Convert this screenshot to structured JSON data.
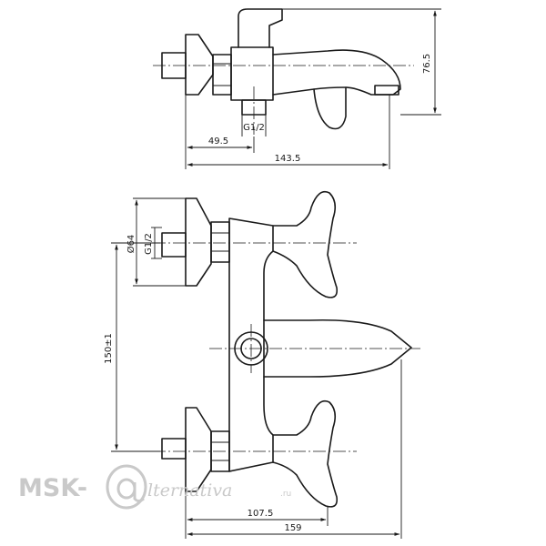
{
  "dimensions": {
    "height_top": "76.5",
    "offset_inlet": "49.5",
    "length_top": "143.5",
    "thread_top": "G1/2",
    "flange_diameter": "Ø64",
    "thread_side": "G1/2",
    "center_distance": "150±1",
    "length_spout": "107.5",
    "length_total": "159"
  },
  "watermark": {
    "brand_left": "MSK-",
    "brand_right": "lternativa",
    "domain_suffix": ".ru"
  },
  "icons": {
    "watermark_symbol": "at-sign-icon"
  }
}
